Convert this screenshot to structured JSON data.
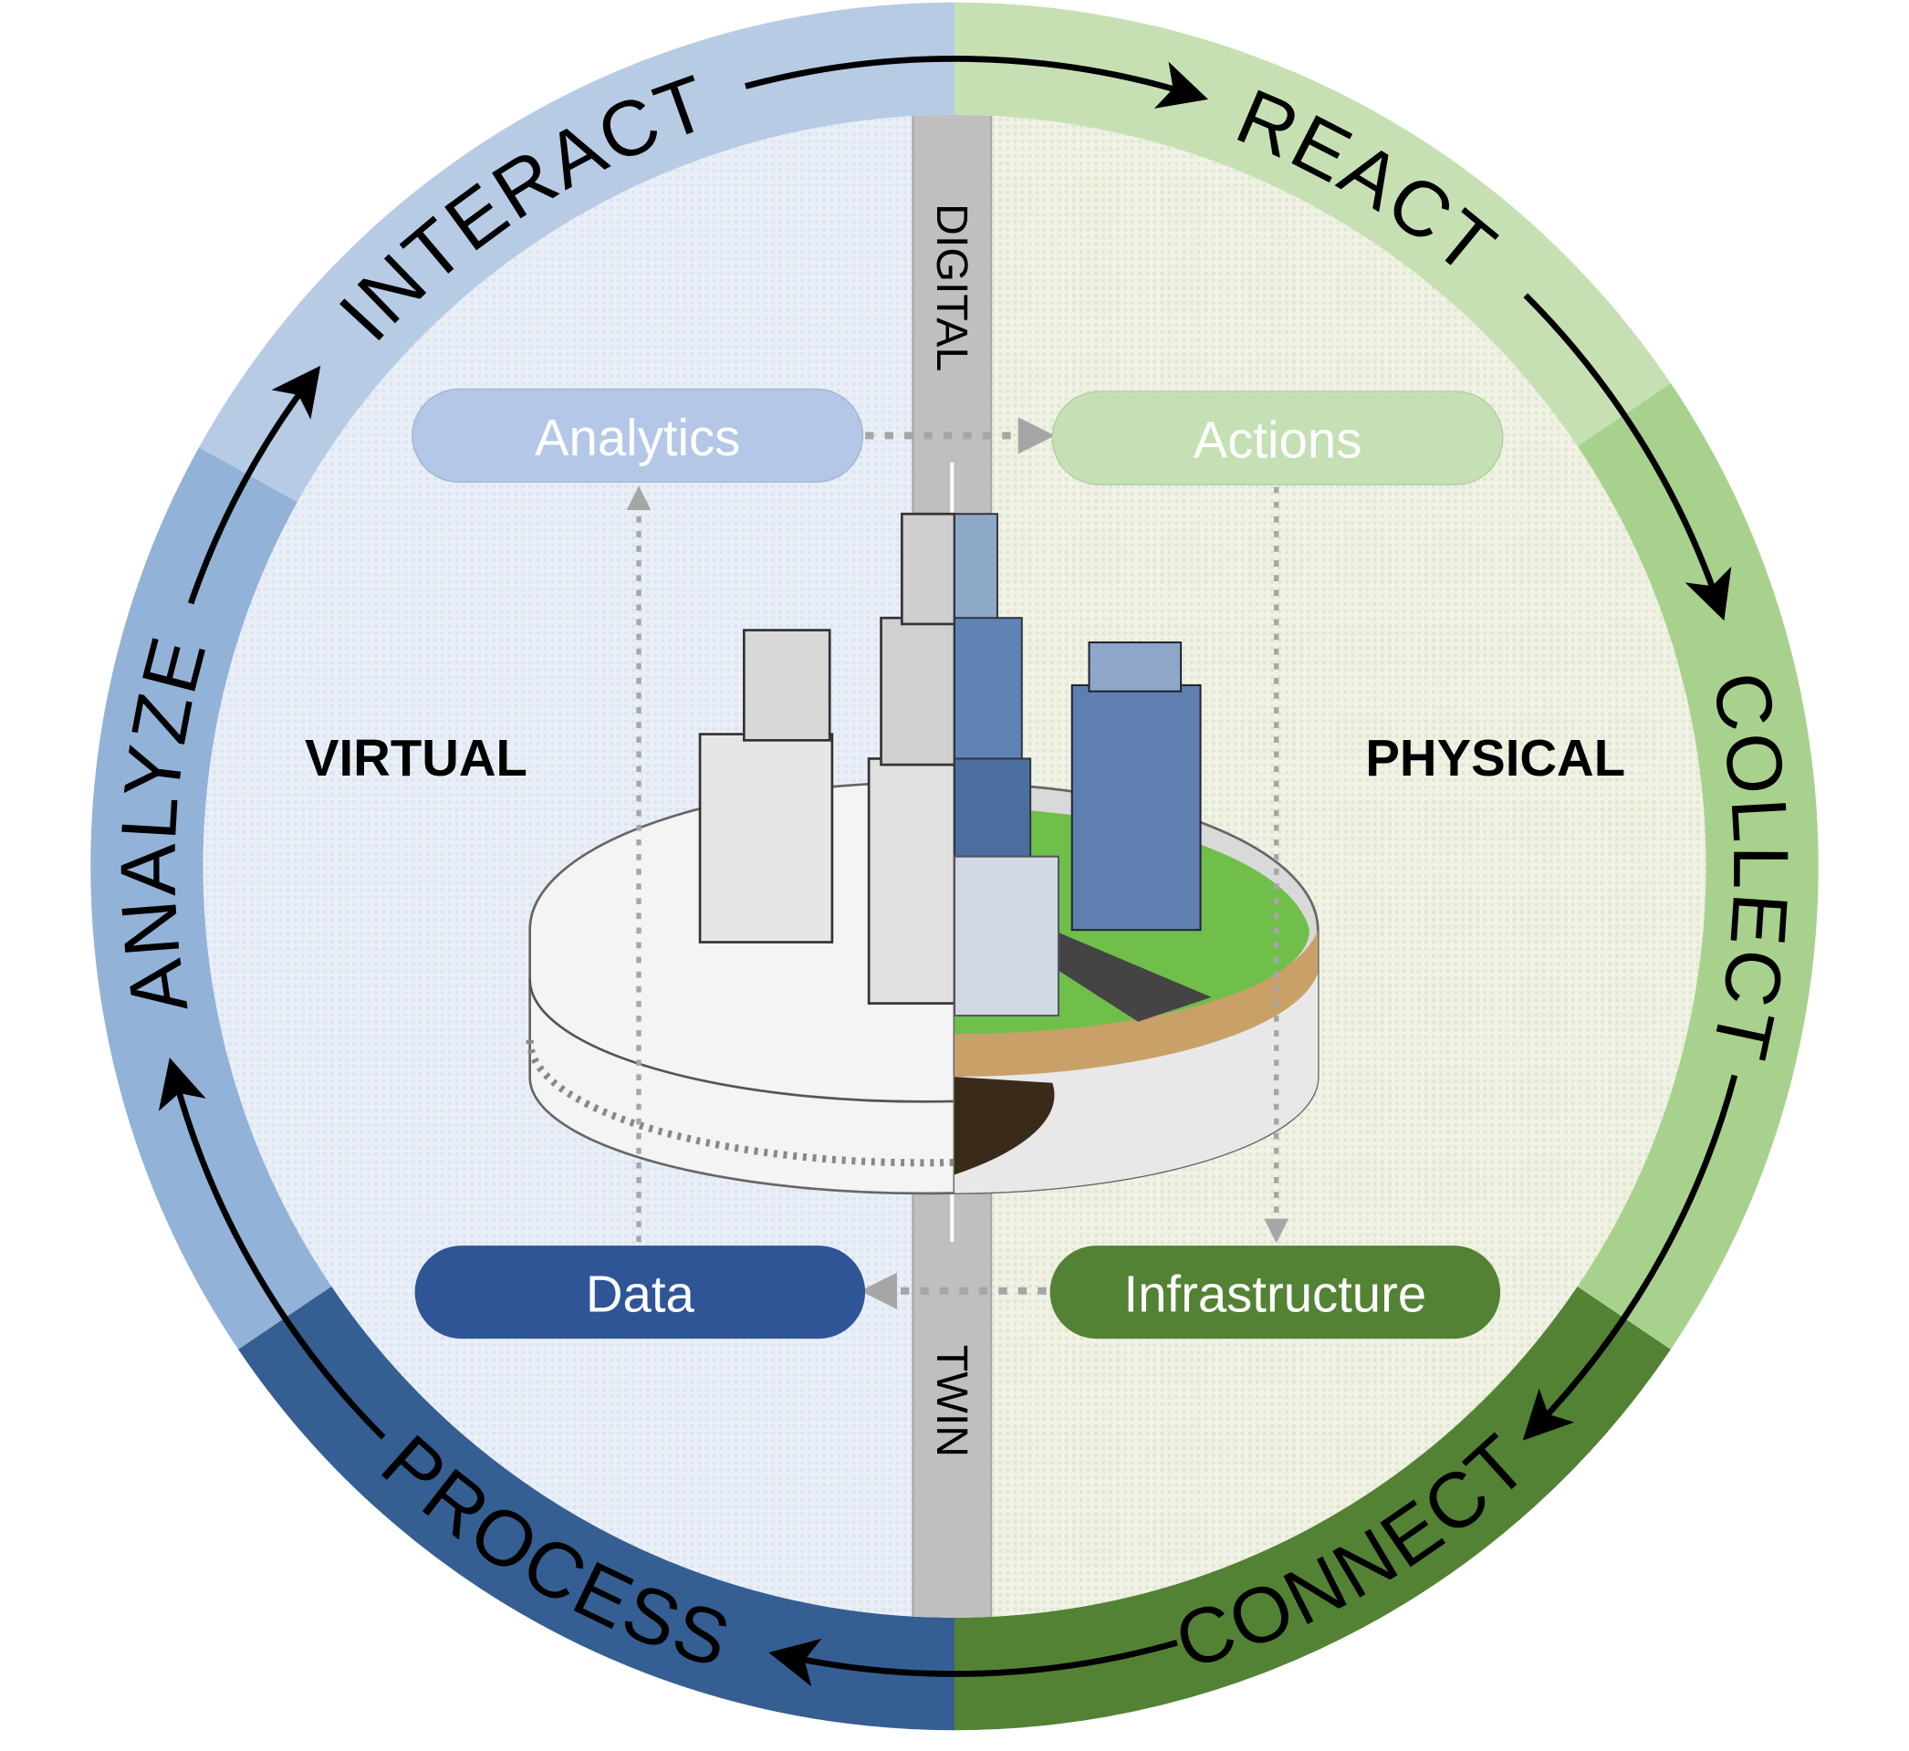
{
  "title_cycle": {
    "stages": [
      {
        "id": "interact",
        "label": "INTERACT"
      },
      {
        "id": "react",
        "label": "REACT"
      },
      {
        "id": "collect",
        "label": "COLLECT"
      },
      {
        "id": "connect",
        "label": "CONNECT"
      },
      {
        "id": "process",
        "label": "PROCESS"
      },
      {
        "id": "analyze",
        "label": "ANALYZE"
      }
    ]
  },
  "band": {
    "top": "DIGITAL",
    "bottom": "TWIN"
  },
  "sides": {
    "left": "VIRTUAL",
    "right": "PHYSICAL"
  },
  "nodes": {
    "analytics": "Analytics",
    "actions": "Actions",
    "data": "Data",
    "infrastructure": "Infrastructure"
  },
  "colors": {
    "blue_light": "#b7cbe5",
    "blue_mid": "#93b2d8",
    "blue_dark": "#355f93",
    "green_light": "#c6e0b4",
    "green_mid": "#a9d18e",
    "green_dark": "#548235",
    "pill_analytics": "#b4c7e7",
    "pill_actions": "#c5e0b4",
    "pill_data": "#2f5597",
    "pill_infra": "#548235",
    "band": "#bfbfbf"
  }
}
